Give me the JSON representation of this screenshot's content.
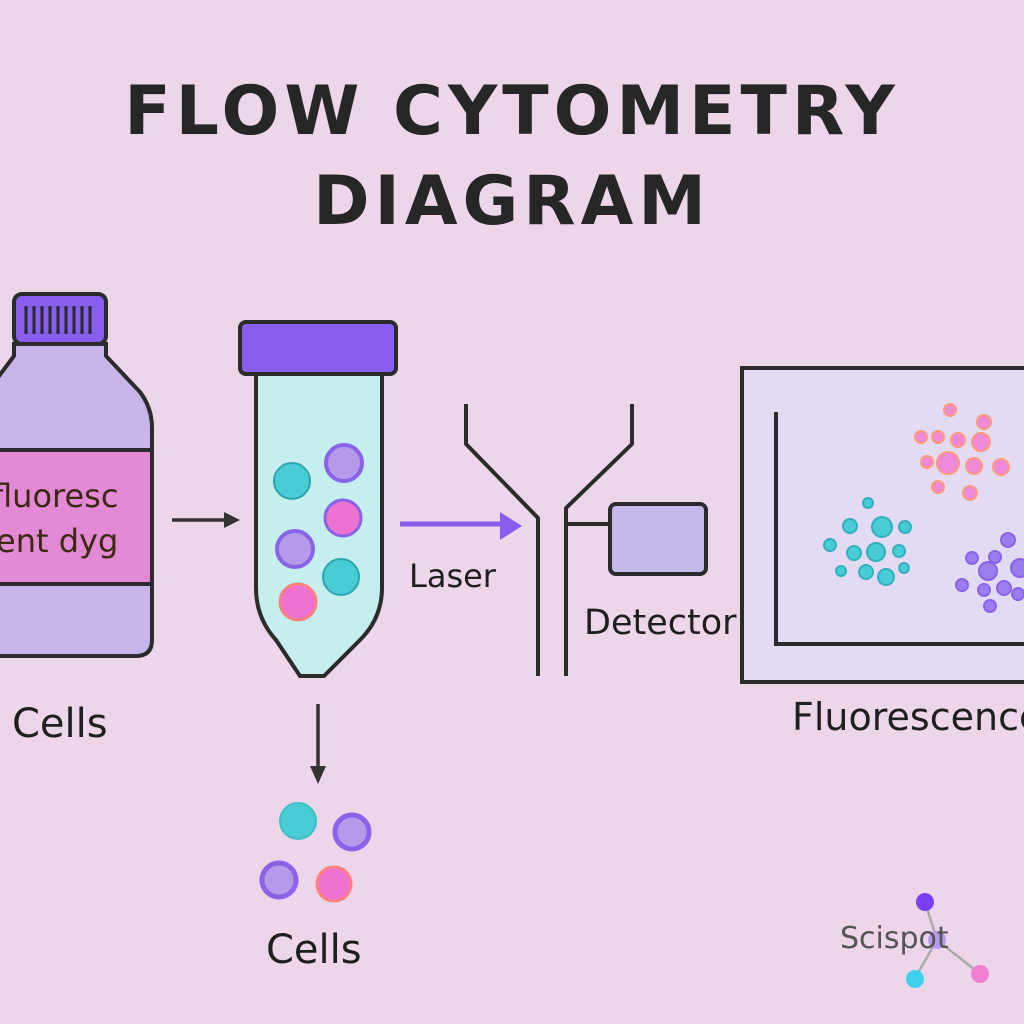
{
  "title": {
    "line1": "FLOW CYTOMETRY",
    "line2": "DIAGRAM"
  },
  "bottle": {
    "label_line1": "fluoresc",
    "label_line2": "ent dyg",
    "caption": "Cells"
  },
  "tube": {
    "caption": "Cells"
  },
  "laser": {
    "label": "Laser"
  },
  "detector": {
    "label": "Detector"
  },
  "plot": {
    "caption": "Fluorescence"
  },
  "logo": {
    "text": "Scispot"
  },
  "colors": {
    "background": "#edd5ea",
    "cap_purple": "#8b5cf0",
    "bottle_lilac": "#c7b5ea",
    "label_pink": "#e389d6",
    "tube_liquid": "#c5eeee",
    "cell_teal": "#48ccd6",
    "cell_purple": "#8a63e8",
    "cell_pink": "#ee72cf",
    "detector_box": "#c5b8eb",
    "plot_bg": "#e3dbf3",
    "outline": "#2b2b2b"
  }
}
